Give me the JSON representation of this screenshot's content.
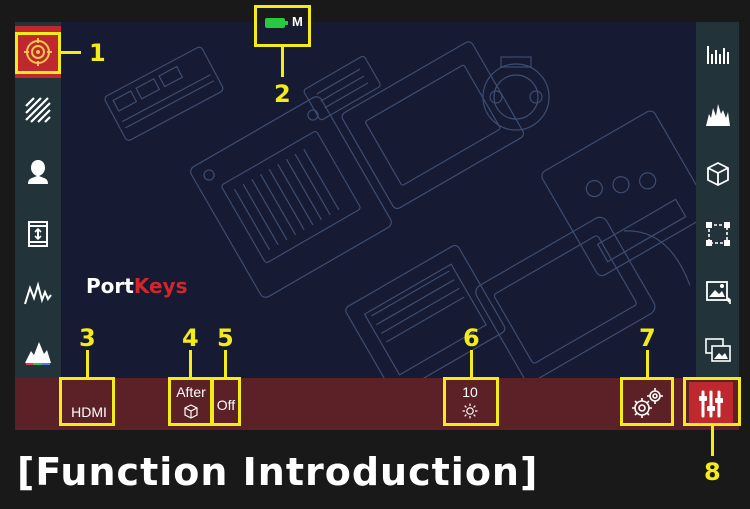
{
  "logo": {
    "part1": "Port",
    "part2": "Keys"
  },
  "status": {
    "battery_mode": "M"
  },
  "left_sidebar": {
    "items": [
      {
        "name": "focus-assist-icon",
        "active": true
      },
      {
        "name": "zebra-icon"
      },
      {
        "name": "skin-tone-icon"
      },
      {
        "name": "frame-guide-icon"
      },
      {
        "name": "waveform-icon"
      },
      {
        "name": "histogram-icon"
      }
    ]
  },
  "right_sidebar": {
    "items": [
      {
        "name": "audio-meter-icon"
      },
      {
        "name": "rgb-parade-icon"
      },
      {
        "name": "lut-cube-icon"
      },
      {
        "name": "crop-frame-icon"
      },
      {
        "name": "image-flip-icon"
      },
      {
        "name": "picture-overlay-icon"
      }
    ]
  },
  "bottom_bar": {
    "input_source": "HDMI",
    "lut_position": "After",
    "lut_state": "Off",
    "brightness_value": "10"
  },
  "callouts": [
    "1",
    "2",
    "3",
    "4",
    "5",
    "6",
    "7",
    "8"
  ],
  "title": "[Function Introduction]",
  "colors": {
    "screen_bg": "#161a33",
    "sidebar": "#22343a",
    "bottom_bar": "#5b2126",
    "active": "#c0282f",
    "callout": "#f3ec19",
    "battery": "#27c93f"
  }
}
